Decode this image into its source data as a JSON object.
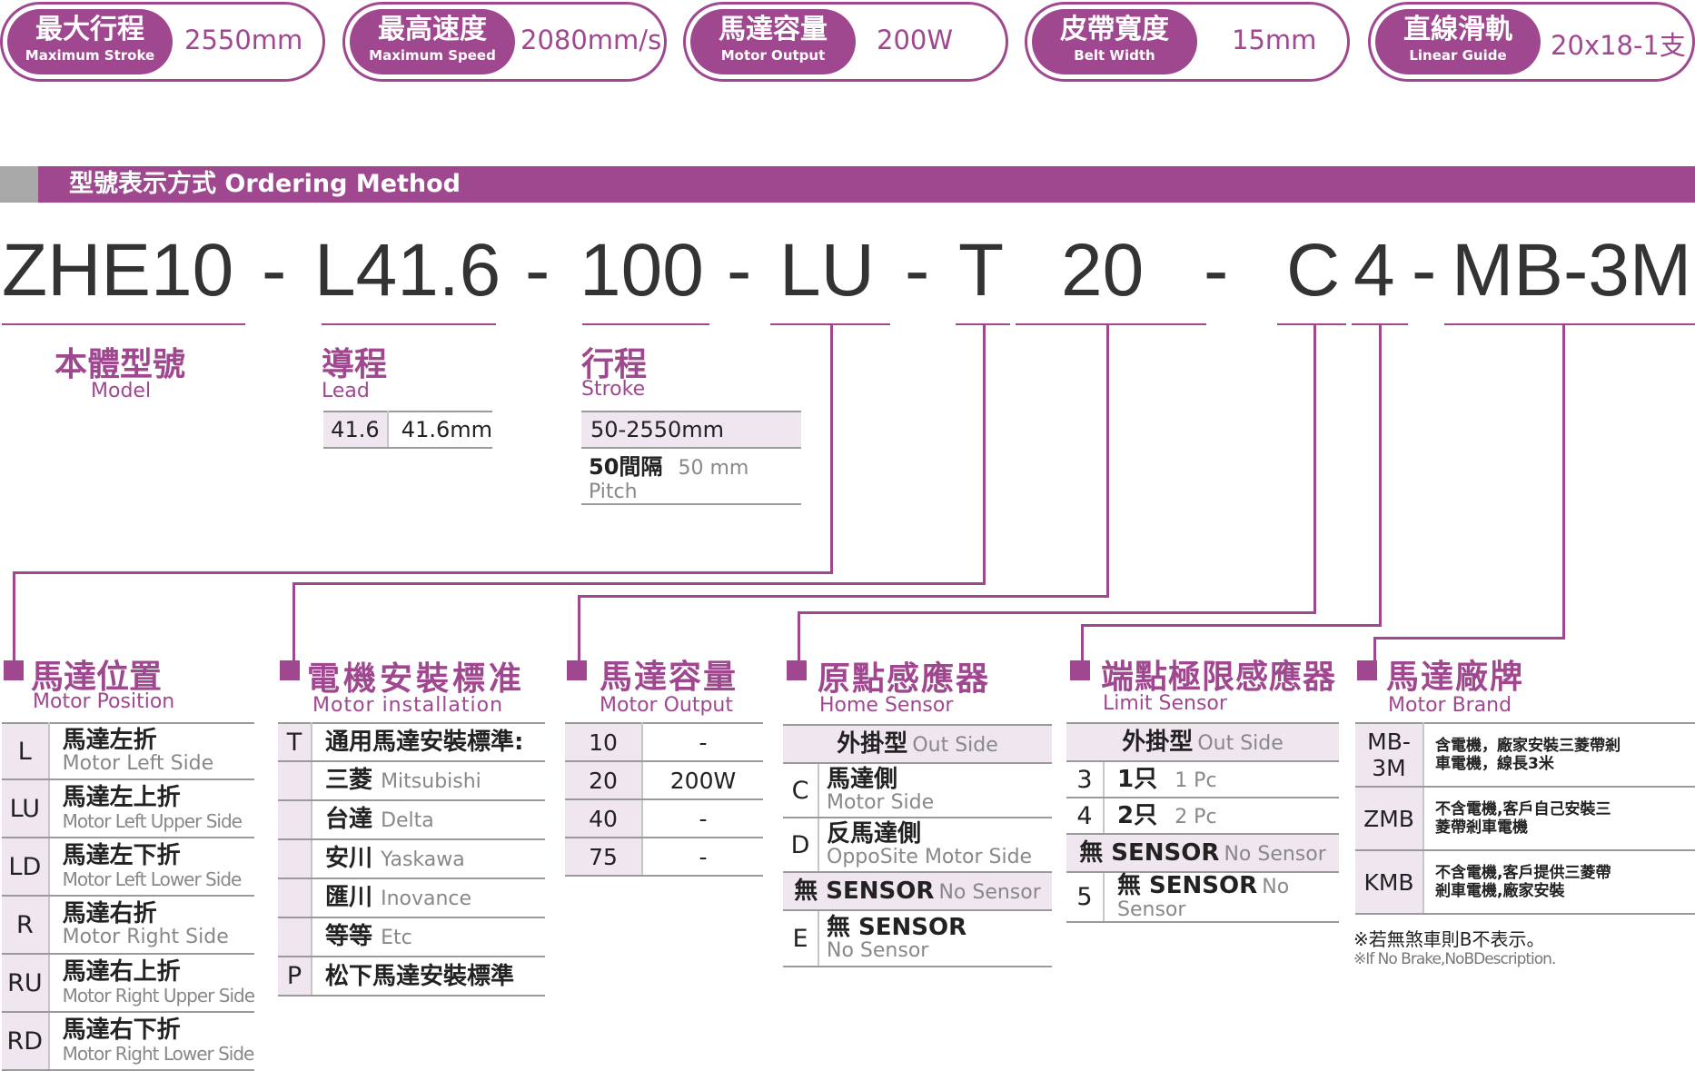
{
  "specs": [
    {
      "cn": "最大行程",
      "en": "Maximum Stroke",
      "value": "2550mm"
    },
    {
      "cn": "最高速度",
      "en": "Maximum Speed",
      "value": "2080mm/s"
    },
    {
      "cn": "馬達容量",
      "en": "Motor Output",
      "value": "200W"
    },
    {
      "cn": "皮帶寬度",
      "en": "Belt Width",
      "value": "15mm"
    },
    {
      "cn": "直線滑軌",
      "en": "Linear Guide",
      "value": "20x18-1支"
    }
  ],
  "section_title": "型號表示方式  Ordering Method",
  "code_parts": [
    "ZHE10",
    "-",
    "L41.6",
    "-",
    "100",
    "-",
    "LU",
    "-",
    "T",
    "20",
    "-",
    "C",
    "4",
    "-",
    "MB-3M"
  ],
  "model": {
    "cn": "本體型號",
    "en": "Model"
  },
  "lead": {
    "cn": "導程",
    "en": "Lead",
    "key": "41.6",
    "val": "41.6mm"
  },
  "stroke": {
    "cn": "行程",
    "en": "Stroke",
    "range": "50-2550mm",
    "pitch_cn": "50間隔",
    "pitch_en": "50 mm Pitch"
  },
  "motor_position": {
    "cn": "馬達位置",
    "en": "Motor Position",
    "rows": [
      {
        "k": "L",
        "cn": "馬達左折",
        "en": "Motor Left Side"
      },
      {
        "k": "LU",
        "cn": "馬達左上折",
        "en": "Motor Left Upper Side"
      },
      {
        "k": "LD",
        "cn": "馬達左下折",
        "en": "Motor Left Lower Side"
      },
      {
        "k": "R",
        "cn": "馬達右折",
        "en": "Motor Right Side"
      },
      {
        "k": "RU",
        "cn": "馬達右上折",
        "en": "Motor Right Upper Side"
      },
      {
        "k": "RD",
        "cn": "馬達右下折",
        "en": "Motor Right Lower Side"
      }
    ]
  },
  "motor_install": {
    "cn": "電機安裝標准",
    "en": "Motor installation",
    "rows": [
      {
        "k": "T",
        "cn": "通用馬達安裝標準:",
        "en": ""
      },
      {
        "k": "",
        "cn": "三菱",
        "en": "Mitsubishi"
      },
      {
        "k": "",
        "cn": "台達",
        "en": "Delta"
      },
      {
        "k": "",
        "cn": "安川",
        "en": "Yaskawa"
      },
      {
        "k": "",
        "cn": "匯川",
        "en": "Inovance"
      },
      {
        "k": "",
        "cn": "等等",
        "en": "Etc"
      },
      {
        "k": "P",
        "cn": "松下馬達安裝標準",
        "en": ""
      }
    ]
  },
  "motor_output": {
    "cn": "馬達容量",
    "en": "Motor Output",
    "rows": [
      {
        "k": "10",
        "v": "-"
      },
      {
        "k": "20",
        "v": "200W"
      },
      {
        "k": "40",
        "v": "-"
      },
      {
        "k": "75",
        "v": "-"
      }
    ]
  },
  "home_sensor": {
    "cn": "原點感應器",
    "en": "Home Sensor",
    "header_cn": "外掛型",
    "header_en": "Out Side",
    "rows": [
      {
        "k": "C",
        "cn": "馬達側",
        "en": "Motor Side"
      },
      {
        "k": "D",
        "cn": "反馬達側",
        "en": "OppoSite Motor Side"
      }
    ],
    "mid_cn": "無 SENSOR",
    "mid_en": "No Sensor",
    "e_row": {
      "k": "E",
      "cn": "無  SENSOR",
      "en": "No Sensor"
    }
  },
  "limit_sensor": {
    "cn": "端點極限感應器",
    "en": "Limit Sensor",
    "header_cn": "外掛型",
    "header_en": "Out Side",
    "rows": [
      {
        "k": "3",
        "cn": "1只",
        "en": "1 Pc"
      },
      {
        "k": "4",
        "cn": "2只",
        "en": "2 Pc"
      }
    ],
    "mid_cn": "無 SENSOR",
    "mid_en": "No Sensor",
    "row5": {
      "k": "5",
      "cn": "無 SENSOR",
      "en": "No Sensor"
    }
  },
  "motor_brand": {
    "cn": "馬達廠牌",
    "en": "Motor Brand",
    "rows": [
      {
        "k": "MB-3M",
        "l1": "含電機，廠家安裝三菱帶剎",
        "l2": "車電機，線長3米"
      },
      {
        "k": "ZMB",
        "l1": "不含電機,客戶自己安裝三",
        "l2": "菱帶剎車電機"
      },
      {
        "k": "KMB",
        "l1": "不含電機,客戶提供三菱帶",
        "l2": "剎車電機,廠家安裝"
      }
    ],
    "note_cn": "※若無煞車則B不表示。",
    "note_en": "※If No Brake,NoBDescription."
  },
  "colors": {
    "accent": "#a0488f",
    "band": "#efe6ef",
    "grey": "#a8a8a8"
  }
}
